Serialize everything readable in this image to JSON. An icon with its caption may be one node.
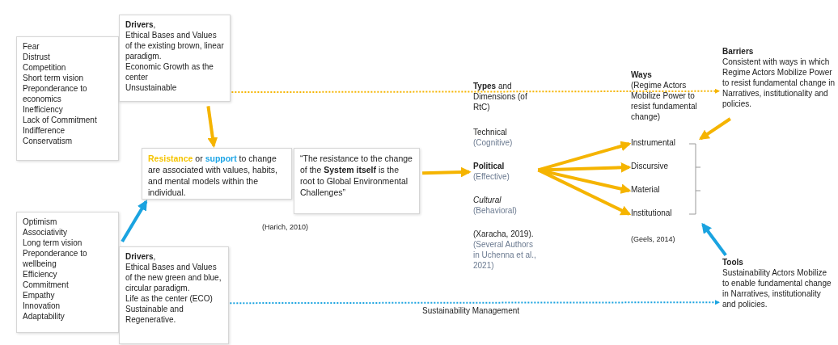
{
  "diagram": {
    "nodes": [
      {
        "text": [
          "Fear",
          "Distrust",
          "Competition",
          "Short term vision",
          "Preponderance to economics",
          "Inefficiency",
          "Lack of Commitment",
          "Indifference",
          "Conservatism"
        ]
      },
      {
        "text": [
          "**Drivers**,",
          "Ethical Bases and Values of the existing brown, linear paradigm.",
          "Economic Growth as the center",
          "Unsustainable"
        ]
      },
      {
        "text": [
          "**Resistance** or **support** to change are associated with values, habits, and mental models within the individual."
        ]
      },
      {
        "text": [
          "“The resistance to the change of the **System itself** is the root to Global Environmental Challenges”"
        ],
        "beside": [
          "(Harich, 2010)"
        ]
      },
      {
        "text": [
          "**Types** and Dimensions (of RtC)",
          "Technical",
          "(Cognitive)",
          "Political",
          "(Effective)",
          "Cultural",
          "(Behavioral)",
          "(Xaracha, 2019).",
          "(Several Authors in Uchenna et al., 2021)"
        ]
      },
      {
        "text": [
          "Ways",
          "(Regime Actors Mobilize Power to resist fundamental change)"
        ]
      },
      {
        "text": [
          "Instrumental"
        ]
      },
      {
        "text": [
          "Discursive"
        ]
      },
      {
        "text": [
          "Material"
        ]
      },
      {
        "text": [
          "Institutional"
        ]
      },
      {
        "text": [
          "Barriers",
          "Consistent with ways in which Regime Actors Mobilize Power to resist fundamental change in Narratives, institutionality and policies."
        ]
      },
      {
        "text": [
          "Optimism",
          "Associativity",
          "Long term vision",
          "Preponderance to wellbeing",
          "Efficiency",
          "Commitment",
          "Empathy",
          "Innovation",
          "Adaptability"
        ]
      },
      {
        "text": [
          "**Drivers**,",
          "Ethical Bases and Values of the new green and blue, circular paradigm.",
          "Life as the center (ECO)",
          "Sustainable and Regenerative."
        ]
      },
      {
        "text": [
          "Tools",
          "Sustainability Actors Mobilize to enable fundamental change in Narratives, institutionality and policies."
        ]
      }
    ],
    "edges": [
      {
        "from": 1,
        "to": 2,
        "arrow": "to"
      },
      {
        "from": 12,
        "to": 2,
        "arrow": "to",
        "color": "#1aa3e0"
      },
      {
        "from": 3,
        "to": 4,
        "arrow": "to"
      },
      {
        "from": 4,
        "to": 6,
        "arrow": "to"
      },
      {
        "from": 4,
        "to": 7,
        "arrow": "to"
      },
      {
        "from": 4,
        "to": 8,
        "arrow": "to"
      },
      {
        "from": 4,
        "to": 9,
        "arrow": "to"
      },
      {
        "from": 10,
        "to": 6,
        "arrow": "to"
      },
      {
        "from": 13,
        "to": 9,
        "arrow": "to",
        "color": "#1aa3e0"
      },
      {
        "from": 1,
        "to": 10,
        "arrow": "to",
        "style": "dashed"
      },
      {
        "from": 12,
        "to": 13,
        "arrow": "to",
        "style": "dashed",
        "color": "#1aa3e0",
        "label": "Sustainability Management"
      }
    ],
    "labels": [
      "(Geels, 2014)"
    ]
  }
}
